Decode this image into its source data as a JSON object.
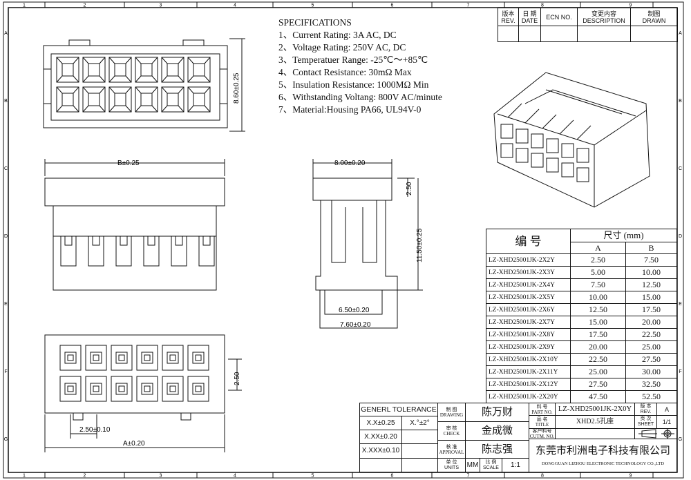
{
  "frame": {
    "columns": [
      "1",
      "2",
      "3",
      "4",
      "5",
      "6",
      "7",
      "8",
      "9"
    ],
    "rows": [
      "A",
      "B",
      "C",
      "D",
      "E",
      "F",
      "G"
    ]
  },
  "specifications": {
    "title": "SPECIFICATIONS",
    "items": [
      "1、Current Rating: 3A AC, DC",
      "2、Voltage Rating: 250V AC, DC",
      "3、Temperatuer Range: -25℃～+85℃",
      "4、Contact Resistance: 30mΩ Max",
      "5、Insulation Resistance: 1000MΩ Min",
      "6、Withstanding Voltang: 800V AC/minute",
      "7、Material:Housing PA66, UL94V-0"
    ]
  },
  "dimensions": {
    "height_top": "8.60±0.25",
    "width_b": "B±0.25",
    "side_width": "8.00±0.20",
    "side_top": "2.50",
    "side_height": "11.50±0.25",
    "side_inner": "6.50±0.20",
    "side_bottom": "7.60±0.20",
    "bottom_pitch": "2.50±0.10",
    "bottom_a": "A±0.20",
    "bottom_row_pitch": "2.50"
  },
  "revision_block": {
    "headers": [
      {
        "cn": "版本",
        "en": "REV."
      },
      {
        "cn": "日 期",
        "en": "DATE"
      },
      {
        "cn": "",
        "en": "ECN NO."
      },
      {
        "cn": "变更内容",
        "en": "DESCRIPTION"
      },
      {
        "cn": "制图",
        "en": "DRAWN"
      }
    ]
  },
  "size_table": {
    "col_header": "编 号",
    "size_header": "尺寸 (mm)",
    "col_a": "A",
    "col_b": "B",
    "rows": [
      [
        "LZ-XHD25001JK-2X2Y",
        "2.50",
        "7.50"
      ],
      [
        "LZ-XHD25001JK-2X3Y",
        "5.00",
        "10.00"
      ],
      [
        "LZ-XHD25001JK-2X4Y",
        "7.50",
        "12.50"
      ],
      [
        "LZ-XHD25001JK-2X5Y",
        "10.00",
        "15.00"
      ],
      [
        "LZ-XHD25001JK-2X6Y",
        "12.50",
        "17.50"
      ],
      [
        "LZ-XHD25001JK-2X7Y",
        "15.00",
        "20.00"
      ],
      [
        "LZ-XHD25001JK-2X8Y",
        "17.50",
        "22.50"
      ],
      [
        "LZ-XHD25001JK-2X9Y",
        "20.00",
        "25.00"
      ],
      [
        "LZ-XHD25001JK-2X10Y",
        "22.50",
        "27.50"
      ],
      [
        "LZ-XHD25001JK-2X11Y",
        "25.00",
        "30.00"
      ],
      [
        "LZ-XHD25001JK-2X12Y",
        "27.50",
        "32.50"
      ],
      [
        "LZ-XHD25001JK-2X20Y",
        "47.50",
        "52.50"
      ]
    ]
  },
  "title_block": {
    "tolerance_title": "GENERL TOLERANCE",
    "tol1": "X.X±0.25",
    "tol_angle": "X.°±2°",
    "tol2": "X.XX±0.20",
    "tol3": "X.XXX±0.10",
    "drawing_cn": "制 图",
    "drawing_en": "DRAWING",
    "drawing_name": "陈万财",
    "check_cn": "审 核",
    "check_en": "CHECK",
    "check_name": "金成微",
    "approval_cn": "核 准",
    "approval_en": "APPROVAL",
    "approval_name": "陈志强",
    "units_cn": "单 位",
    "units_en": "UNITS",
    "units": "MM",
    "scale_cn": "比 例",
    "scale_en": "SCALE",
    "scale": "1:1",
    "part_cn": "料 号",
    "part_en": "PART NO.",
    "part_no": "LZ-XHD25001JK-2X0Y",
    "rev_cn": "版 本",
    "rev_en": "REV.",
    "rev": "A",
    "title_cn": "品 名",
    "title_en": "TITLE",
    "title": "XHD2.5孔座",
    "sheet_cn": "页 次",
    "sheet_en": "SHEET",
    "sheet": "1/1",
    "cust_cn": "客户料号",
    "cust_en": "CUTM. NO.",
    "company_cn": "东莞市利洲电子科技有限公司",
    "company_en": "DONGGUAN LIZHOU ELECTRONIC TECHNOLOGY CO.,LTD"
  }
}
